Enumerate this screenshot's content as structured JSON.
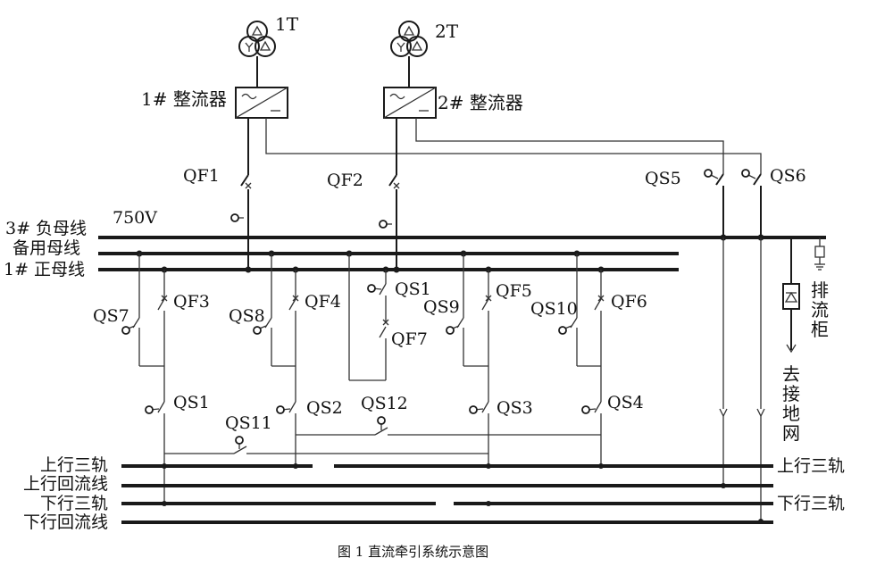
{
  "transformers": [
    {
      "id": "1T",
      "label": "1T"
    },
    {
      "id": "2T",
      "label": "2T"
    }
  ],
  "rectifiers": [
    {
      "id": "rect1",
      "label": "1# 整流器"
    },
    {
      "id": "rect2",
      "label": "2# 整流器"
    }
  ],
  "voltage": "750V",
  "buses": [
    {
      "id": "neg",
      "label": "3# 负母线"
    },
    {
      "id": "spare",
      "label": "备用母线"
    },
    {
      "id": "pos",
      "label": "1# 正母线"
    }
  ],
  "switches": {
    "QF1": "QF1",
    "QF2": "QF2",
    "QF3": "QF3",
    "QF4": "QF4",
    "QF5": "QF5",
    "QF6": "QF6",
    "QF7": "QF7",
    "QS1a": "QS1",
    "QS1b": "QS1",
    "QS2": "QS2",
    "QS3": "QS3",
    "QS4": "QS4",
    "QS5": "QS5",
    "QS6": "QS6",
    "QS7": "QS7",
    "QS8": "QS8",
    "QS9": "QS9",
    "QS10": "QS10",
    "QS11": "QS11",
    "QS12": "QS12"
  },
  "drain_cabinet": [
    "排",
    "流",
    "柜"
  ],
  "ground_net": [
    "去",
    "接",
    "地",
    "网"
  ],
  "rails": {
    "up_third_left": "上行三轨",
    "up_return": "上行回流线",
    "down_third_left": "下行三轨",
    "down_return": "下行回流线",
    "up_third_right": "上行三轨",
    "down_third_right": "下行三轨"
  },
  "caption": "图 1  直流牵引系统示意图"
}
